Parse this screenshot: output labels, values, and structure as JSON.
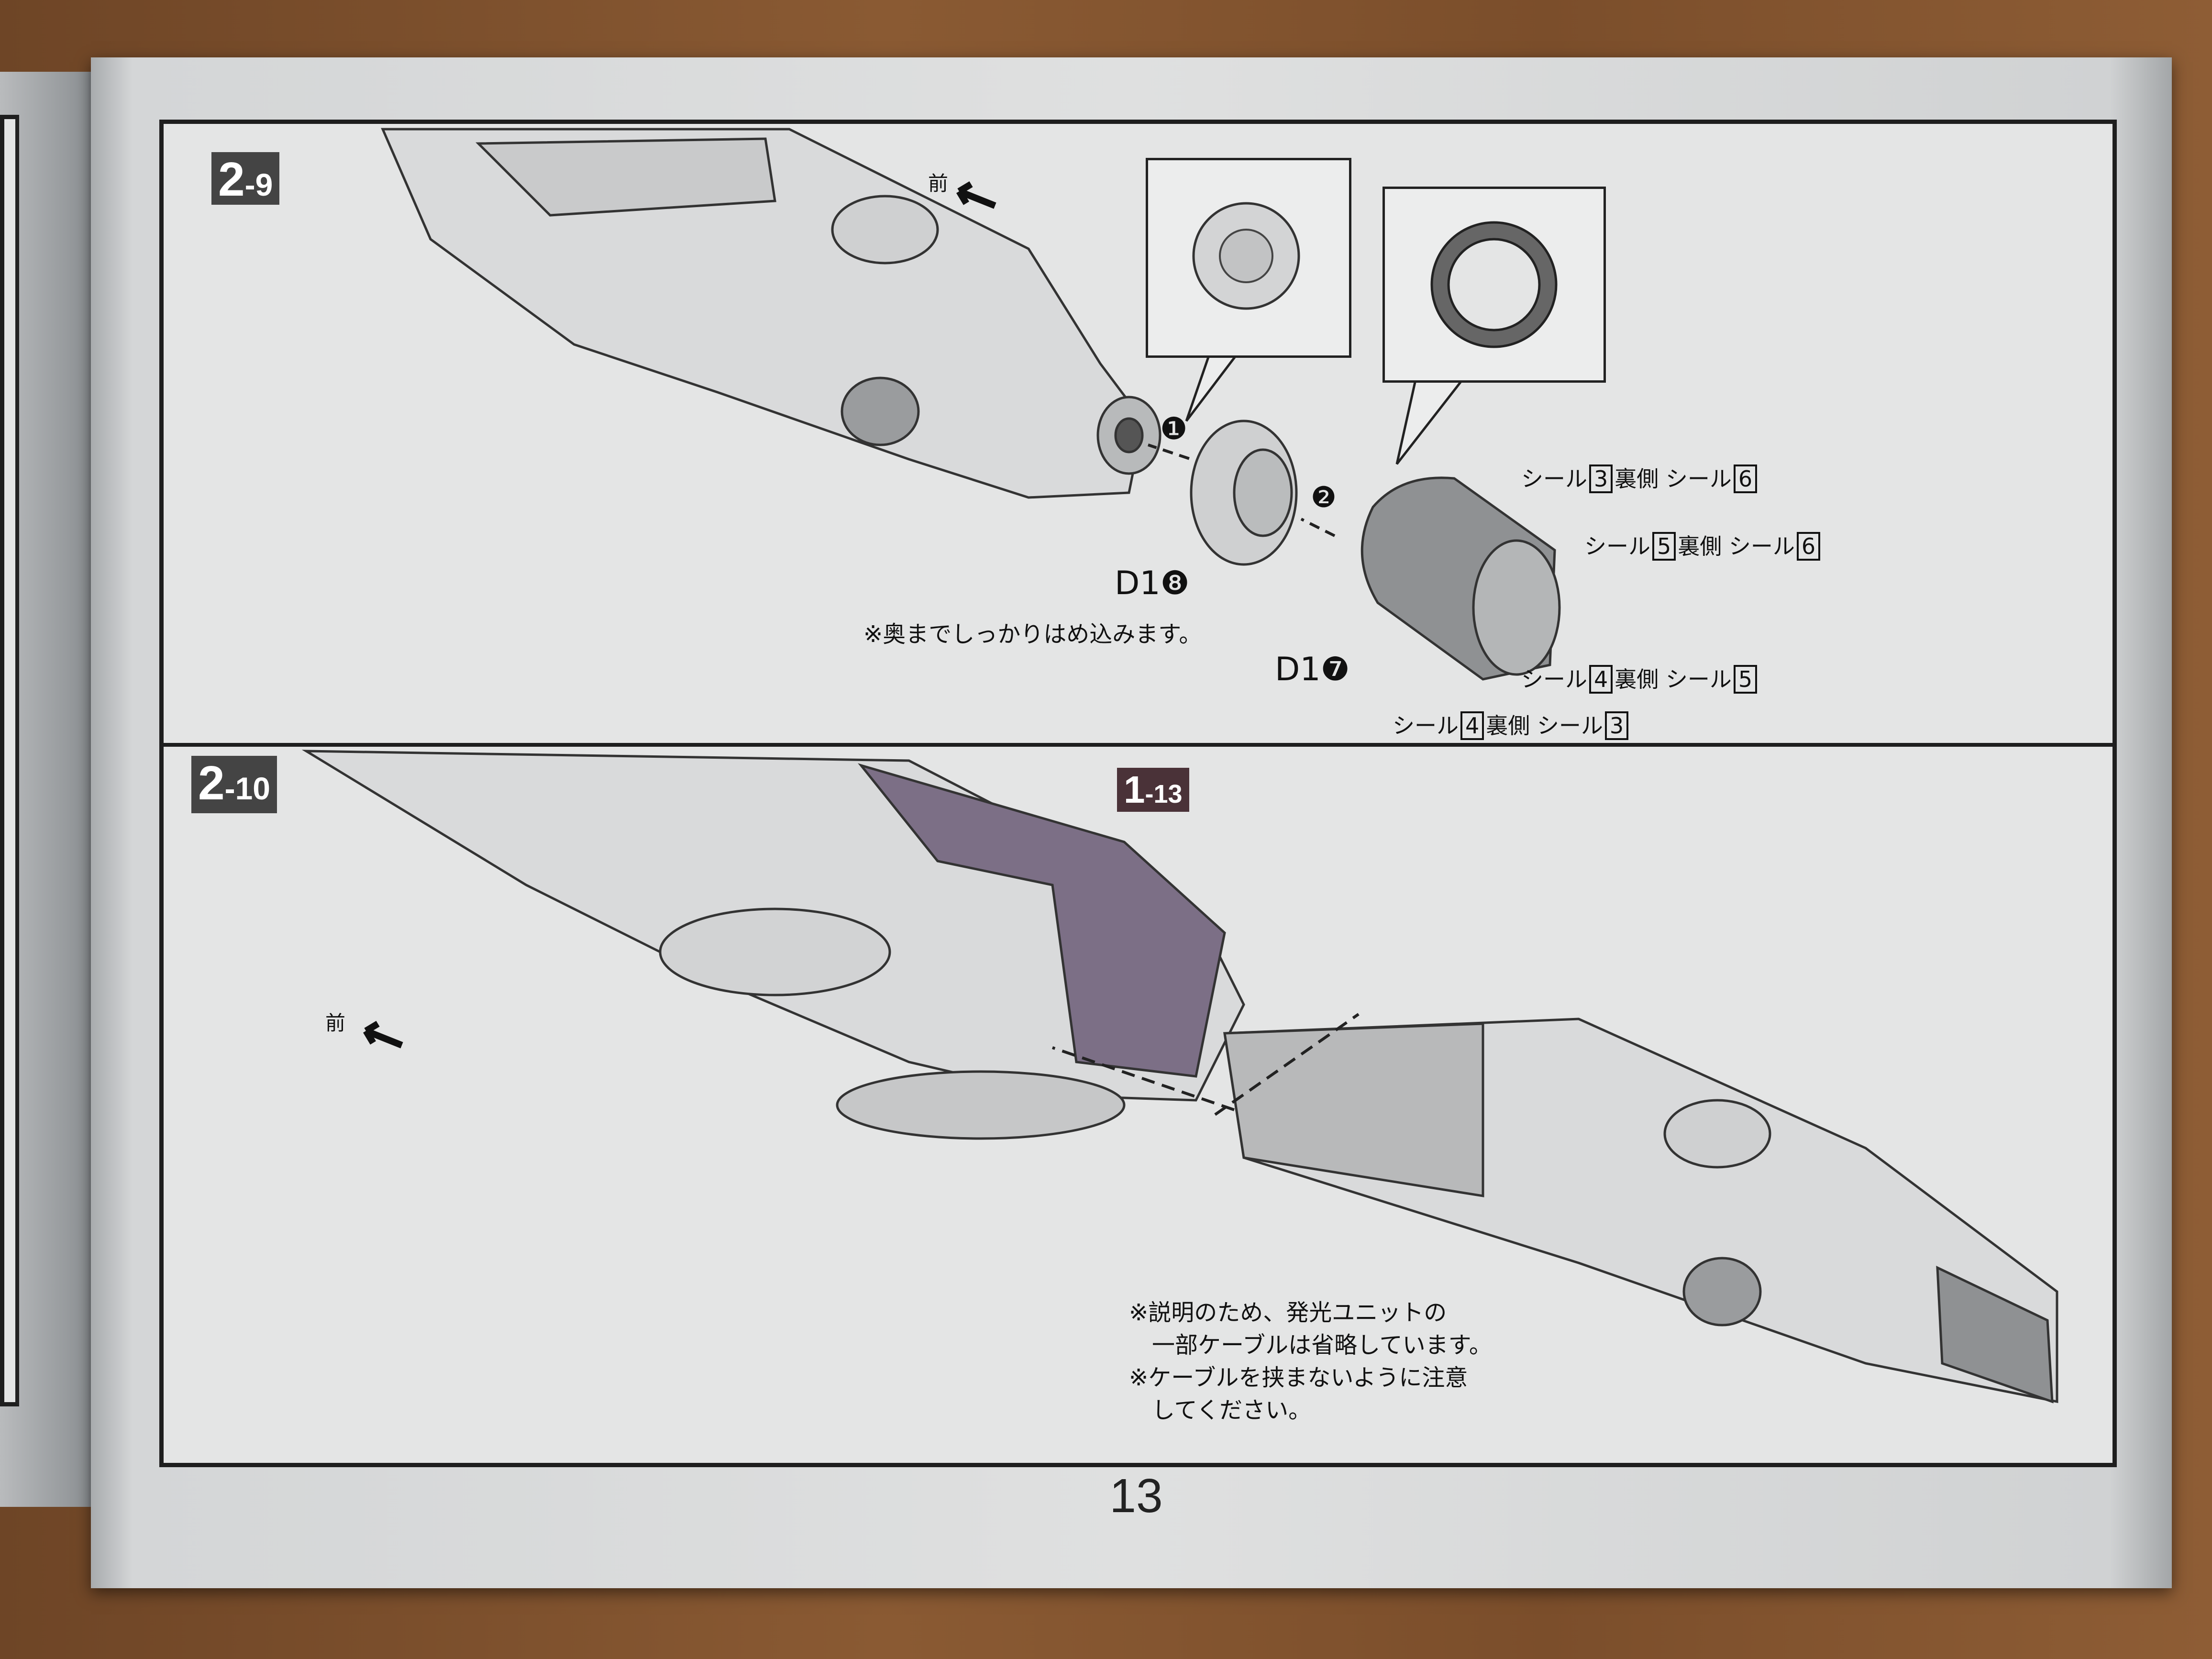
{
  "steps": {
    "step_a": {
      "major": "2",
      "minor": "-9"
    },
    "step_b": {
      "major": "2",
      "minor": "-10"
    },
    "ref": {
      "major": "1",
      "minor": "-13"
    }
  },
  "front_label": "前",
  "parts": {
    "d1_8": {
      "code": "D1",
      "num": "❽"
    },
    "d1_7": {
      "code": "D1",
      "num": "❼"
    },
    "order_1": "❶",
    "order_2": "❷"
  },
  "seals": [
    {
      "prefix": "シール",
      "a": "3",
      "mid": "裏側 シール",
      "b": "6"
    },
    {
      "prefix": "シール",
      "a": "5",
      "mid": "裏側 シール",
      "b": "6"
    },
    {
      "prefix": "シール",
      "a": "4",
      "mid": "裏側 シール",
      "b": "5"
    },
    {
      "prefix": "シール",
      "a": "4",
      "mid": "裏側 シール",
      "b": "3"
    }
  ],
  "notes": {
    "press_in": "※奥までしっかりはめ込みます。",
    "cable": [
      "※説明のため、発光ユニットの",
      "　一部ケーブルは省略しています。",
      "※ケーブルを挟まないように注意",
      "　してください。"
    ]
  },
  "page_number": "13"
}
